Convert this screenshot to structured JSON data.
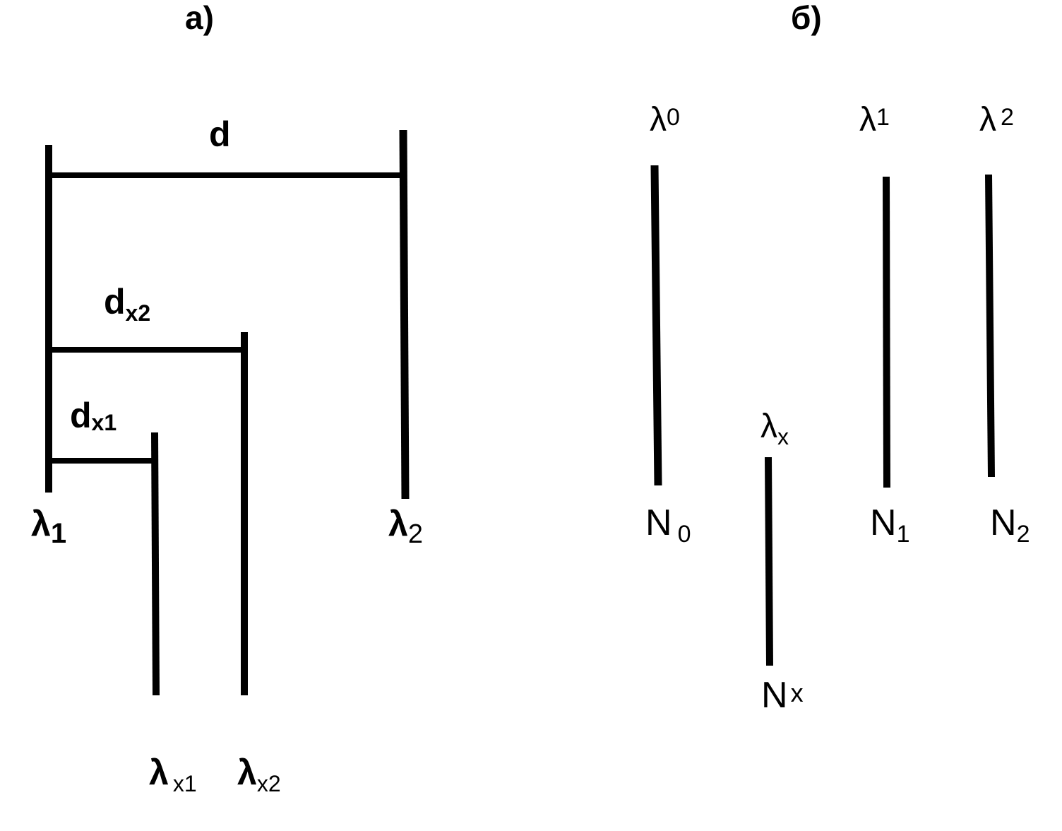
{
  "panel_a": {
    "caption": "а)",
    "d_label": "d",
    "dx2_label": "d",
    "dx2_sub": "x2",
    "dx1_label": "d",
    "dx1_sub": "x1",
    "lambda1": "λ",
    "lambda1_sub": "1",
    "lambda2": "λ",
    "lambda2_sub": "2",
    "lambdax1": "λ",
    "lambdax1_sub": "x1",
    "lambdax2": "λ",
    "lambdax2_sub": "x2"
  },
  "panel_b": {
    "caption": "б)",
    "lambda0": "λ",
    "lambda0_sub": "0",
    "lambda1": "λ",
    "lambda1_sub": "1",
    "lambda2": "λ",
    "lambda2_sub": "2",
    "lambdax": "λ",
    "lambdax_sub": "x",
    "N0": "N",
    "N0_sub": "0",
    "N1": "N",
    "N1_sub": "1",
    "N2": "N",
    "N2_sub": "2",
    "Nx": "N",
    "Nx_sub": "x"
  }
}
